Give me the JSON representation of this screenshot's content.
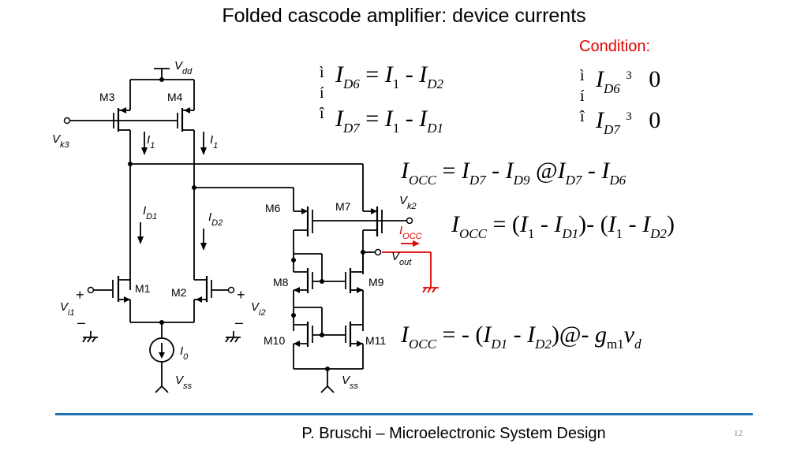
{
  "slide": {
    "title": "Folded cascode amplifier: device currents",
    "condition_label": "Condition:",
    "footer": "P. Bruschi – Microelectronic System Design",
    "page_number": "12",
    "accent_color": "#1f72b8",
    "highlight_color": "#e00000"
  },
  "circuit": {
    "labels": {
      "vdd": "V",
      "vdd_sub": "dd",
      "vk3": "V",
      "vk3_sub": "k3",
      "vk2": "V",
      "vk2_sub": "k2",
      "vi1": "V",
      "vi1_sub": "i1",
      "vi2": "V",
      "vi2_sub": "i2",
      "vss": "V",
      "vss_sub": "ss",
      "vout": "V",
      "vout_sub": "out",
      "i1": "I",
      "i1_sub": "1",
      "id1": "I",
      "id1_sub": "D1",
      "id2": "I",
      "id2_sub": "D2",
      "i0": "I",
      "i0_sub": "0",
      "iocc": "I",
      "iocc_sub": "OCC",
      "plus": "+",
      "minus": "–"
    },
    "transistors": [
      "M1",
      "M2",
      "M3",
      "M4",
      "M6",
      "M7",
      "M8",
      "M9",
      "M10",
      "M11"
    ]
  },
  "equations": {
    "id6": {
      "lhs": "I",
      "lhs_sub": "D6",
      "rel": " = ",
      "t1": "I",
      "t1_sub": "1",
      "op": " - ",
      "t2": "I",
      "t2_sub": "D2"
    },
    "id7": {
      "lhs": "I",
      "lhs_sub": "D7",
      "rel": " = ",
      "t1": "I",
      "t1_sub": "1",
      "op": " - ",
      "t2": "I",
      "t2_sub": "D1"
    },
    "cond1": {
      "lhs": "I",
      "lhs_sub": "D6",
      "rel": "3",
      "rhs": "0"
    },
    "cond2": {
      "lhs": "I",
      "lhs_sub": "D7",
      "rel": "3",
      "rhs": "0"
    },
    "iocc1": {
      "text_parts": [
        "I",
        "OCC",
        " = ",
        "I",
        "D7",
        " - ",
        "I",
        "D9",
        " @",
        "I",
        "D7",
        " - ",
        "I",
        "D6"
      ]
    },
    "iocc2": {
      "text_parts": [
        "I",
        "OCC",
        " = (",
        "I",
        "1",
        " - ",
        "I",
        "D1",
        ")- (",
        "I",
        "1",
        " - ",
        "I",
        "D2",
        ")"
      ]
    },
    "iocc3": {
      "text_parts": [
        "I",
        "OCC",
        " = - (",
        "I",
        "D1",
        " - ",
        "I",
        "D2",
        ")@- ",
        "g",
        "m1",
        "v",
        "d"
      ]
    },
    "brace_glyphs": [
      "ì",
      "í",
      "î"
    ]
  }
}
